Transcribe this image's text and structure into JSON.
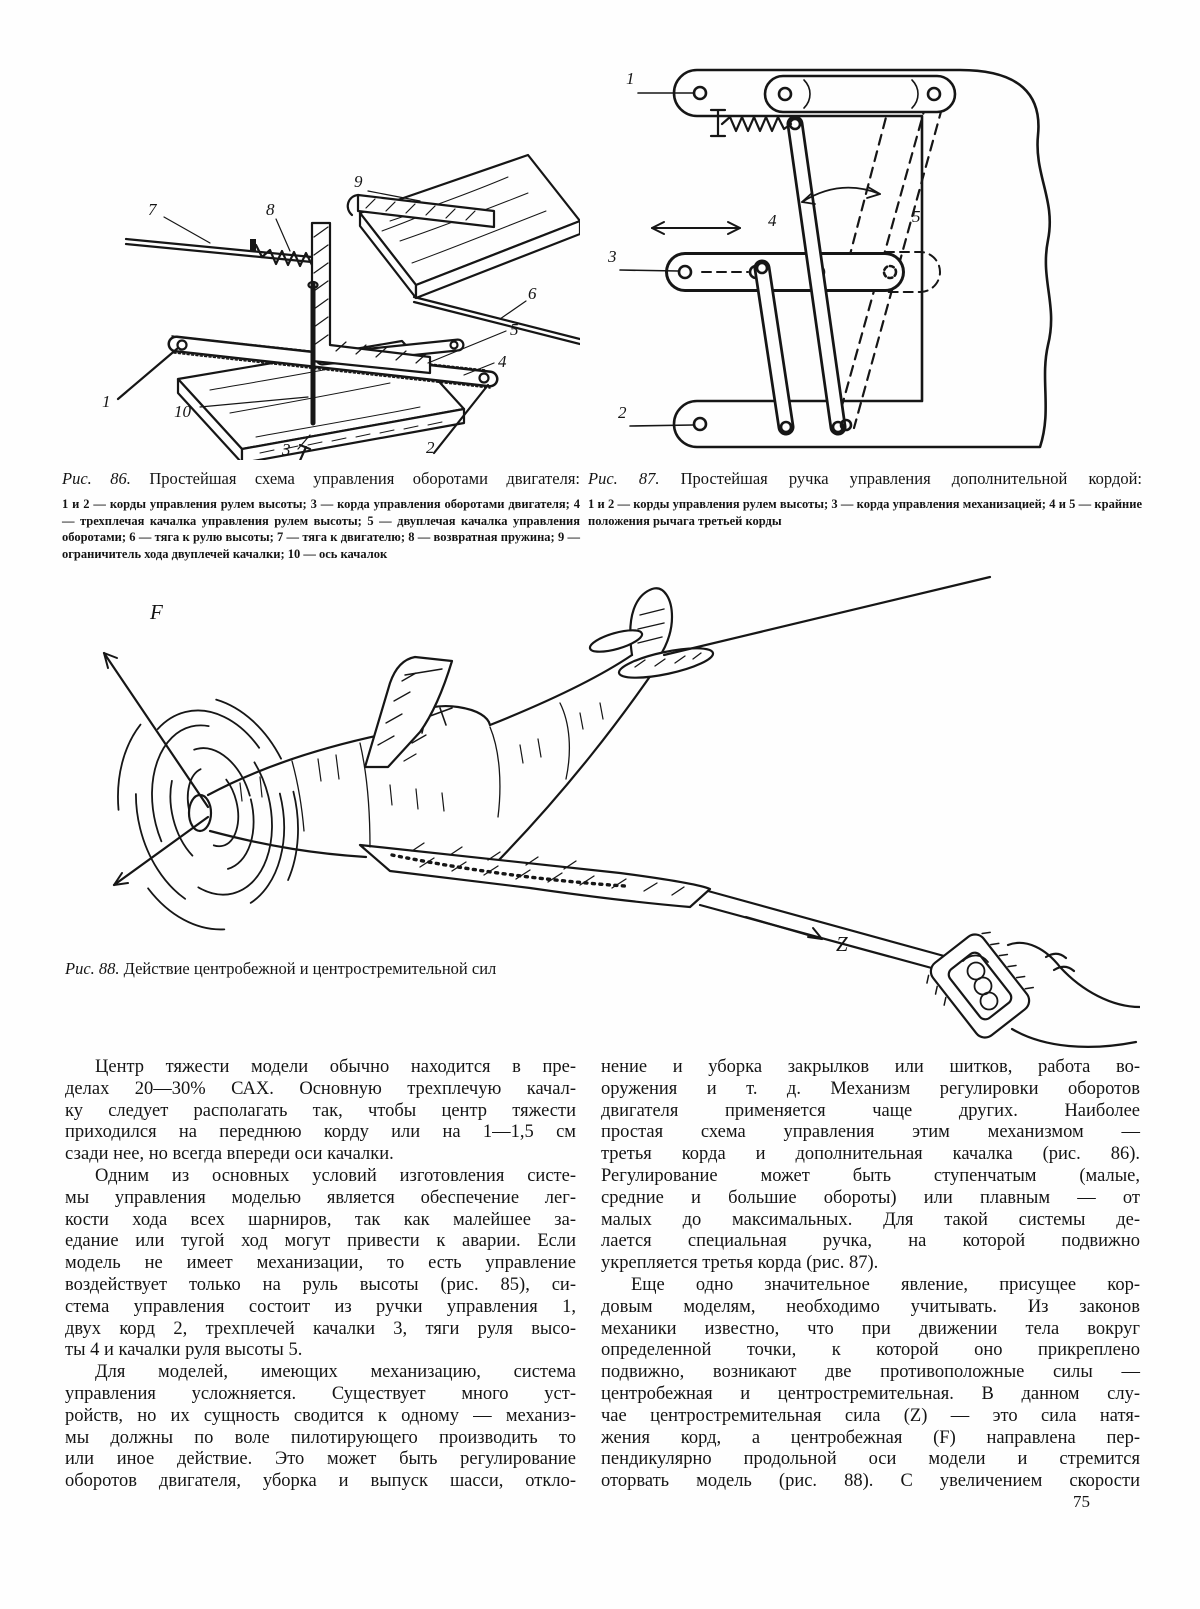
{
  "colors": {
    "ink": "#161616",
    "paper": "#fefefe"
  },
  "page": {
    "number": "75"
  },
  "fig86": {
    "caption_prefix": "Рис. 86.",
    "caption_title": "Простейшая схема управления оборотами двигателя:",
    "legend": "1 и 2 — корды управления рулем высоты; 3 — корда управления оборотами двигателя; 4 — трехплечая качалка управления рулем высоты; 5 — двуплечая качалка управления оборотами; 6 — тяга к рулю высоты; 7 — тяга к двигателю; 8 — возвратная пружина; 9 — ограничитель хода двуплечей качалки; 10 — ось качалок",
    "labels": [
      "1",
      "2",
      "3",
      "4",
      "5",
      "6",
      "7",
      "8",
      "9",
      "10"
    ]
  },
  "fig87": {
    "caption_prefix": "Рис. 87.",
    "caption_title": "Простейшая ручка управления дополнительной кордой:",
    "legend": "1 и 2 — корды управления рулем высоты; 3 — корда управления механизацией; 4 и 5 — крайние положения рычага третьей корды",
    "labels": [
      "1",
      "2",
      "3",
      "4",
      "5"
    ]
  },
  "fig88": {
    "caption_prefix": "Рис. 88.",
    "caption_title": "Действие центробежной и центростремительной сил",
    "force_f": "F",
    "force_z": "Z"
  },
  "columns": {
    "left": [
      {
        "indent": true,
        "justify_last": false,
        "lines": [
          "Центр тяжести модели обычно находится в пре-",
          "делах 20—30% САХ. Основную трехплечую качал-",
          "ку следует располагать так, чтобы центр тяжести",
          "приходился на переднюю корду или на 1—1,5 см",
          "сзади нее, но всегда впереди оси качалки."
        ]
      },
      {
        "indent": true,
        "justify_last": false,
        "lines": [
          "Одним из основных условий изготовления систе-",
          "мы управления моделью является обеспечение лег-",
          "кости хода всех шарниров, так как малейшее за-",
          "едание или тугой ход могут привести к аварии. Если",
          "модель не имеет механизации, то есть управление",
          "воздействует только на руль высоты (рис. 85), си-",
          "стема управления состоит из ручки управления 1,",
          "двух корд 2, трехплечей качалки 3, тяги руля высо-",
          "ты 4 и качалки руля высоты 5."
        ]
      },
      {
        "indent": true,
        "justify_last": true,
        "lines": [
          "Для моделей, имеющих механизацию, система",
          "управления усложняется. Существует много уст-",
          "ройств, но их сущность сводится к одному — механиз-",
          "мы должны по воле пилотирующего производить то",
          "или иное действие. Это может быть регулирование",
          "оборотов двигателя, уборка и выпуск шасси, откло-"
        ]
      }
    ],
    "right": [
      {
        "indent": false,
        "justify_last": false,
        "lines": [
          "нение и уборка закрылков или шитков, работа во-",
          "оружения и т. д. Механизм регулировки оборотов",
          "двигателя применяется чаще других. Наиболее",
          "простая схема управления этим механизмом —",
          "третья корда и дополнительная качалка (рис. 86).",
          "Регулирование может быть ступенчатым (малые,",
          "средние и большие обороты) или плавным — от",
          "малых до максимальных. Для такой системы де-",
          "лается специальная ручка, на которой подвижно",
          "укрепляется третья корда (рис. 87)."
        ]
      },
      {
        "indent": true,
        "justify_last": true,
        "lines": [
          "Еще одно значительное явление, присущее кор-",
          "довым моделям, необходимо учитывать. Из законов",
          "механики известно, что при движении тела вокруг",
          "определенной точки, к которой оно прикреплено",
          "подвижно, возникают две противоположные силы —",
          "центробежная и центростремительная. В данном слу-",
          "чае центростремительная сила (Z) — это сила натя-",
          "жения корд, а центробежная (F) направлена пер-",
          "пендикулярно продольной оси модели и стремится",
          "оторвать модель (рис. 88). С увеличением скорости"
        ]
      }
    ]
  }
}
